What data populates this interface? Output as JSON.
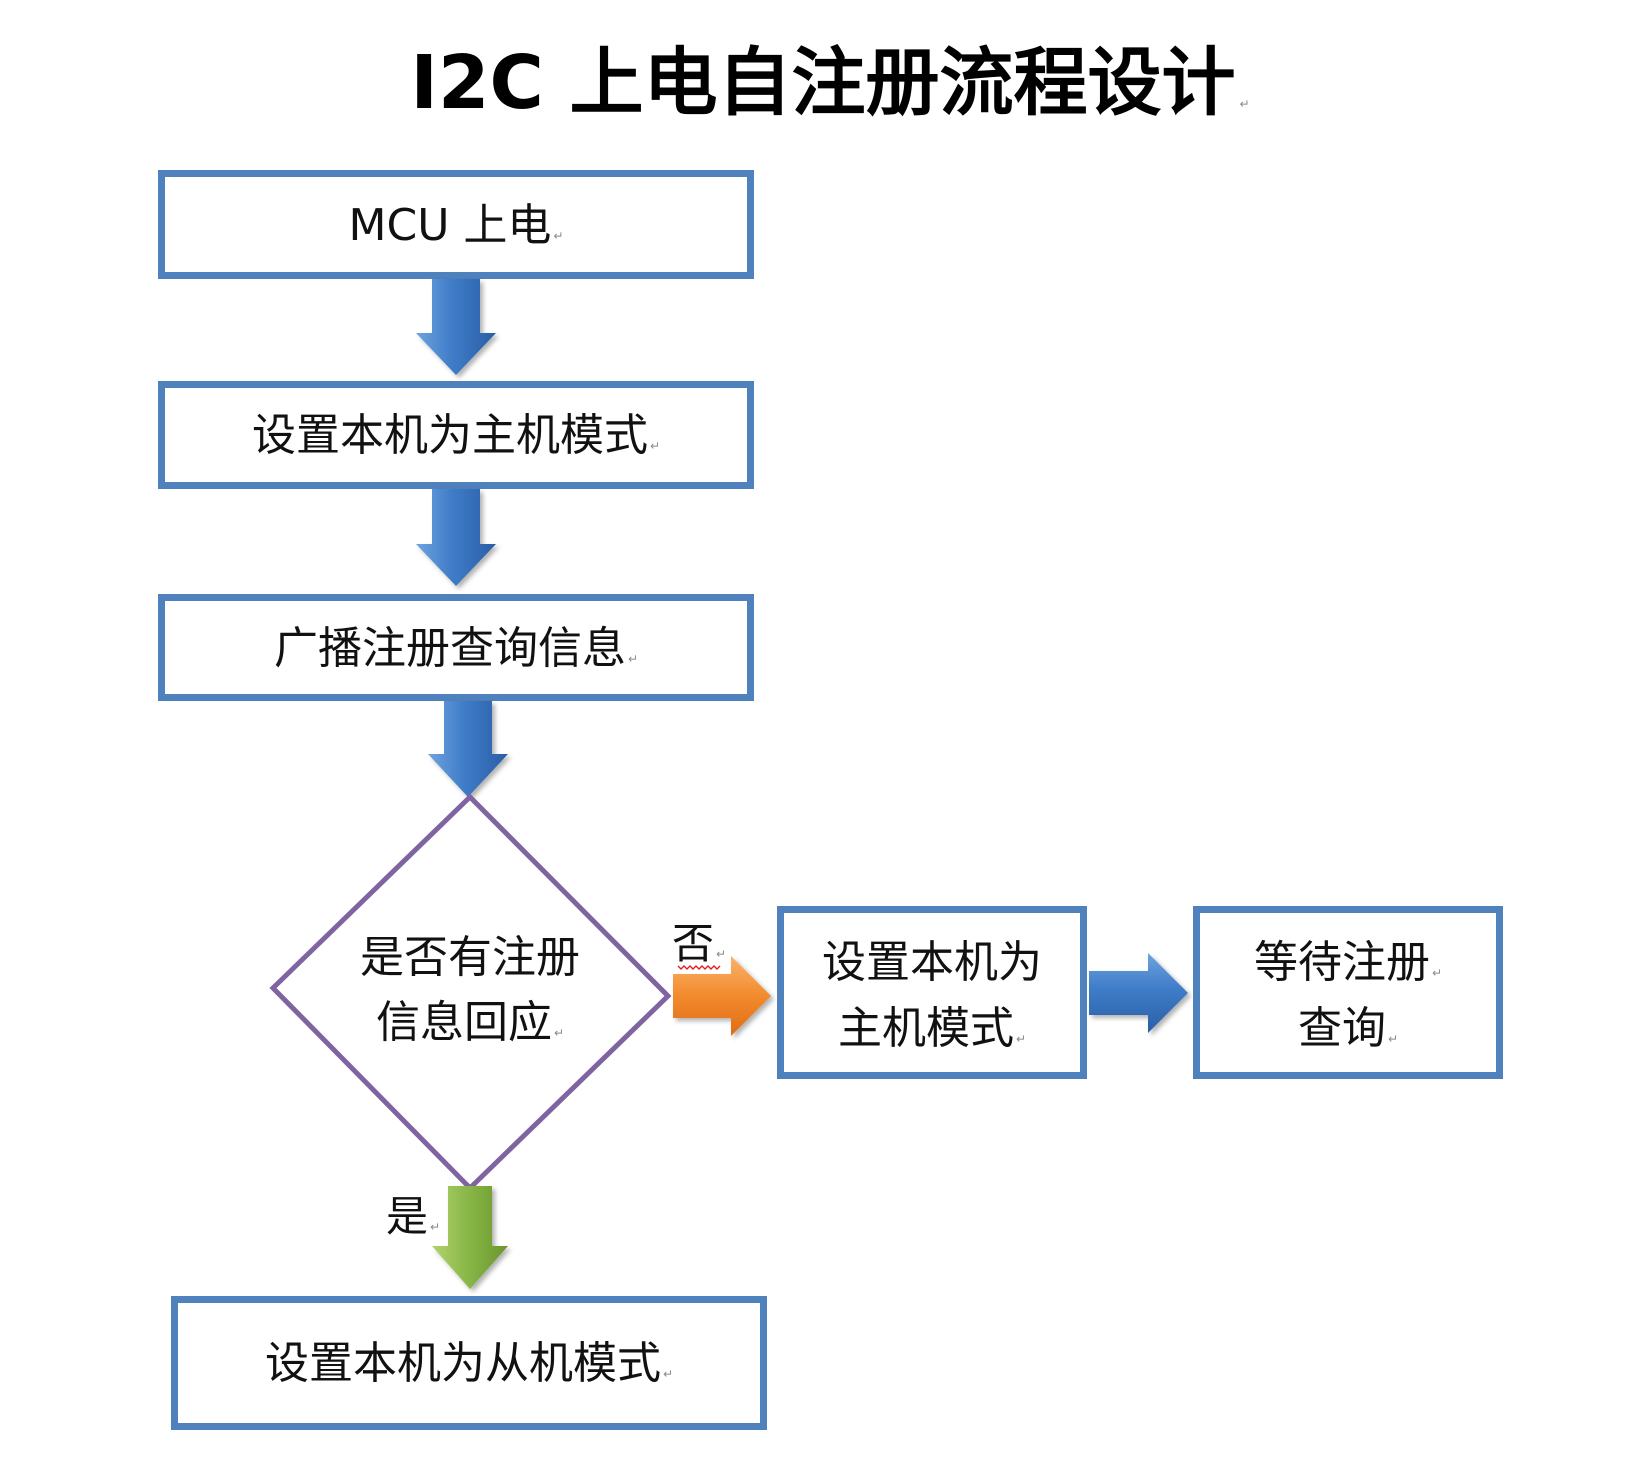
{
  "title": "I2C 上电自注册流程设计",
  "para_mark": "↵",
  "nodes": {
    "power_on": {
      "label": "MCU 上电"
    },
    "set_master": {
      "label": "设置本机为主机模式"
    },
    "broadcast": {
      "label": "广播注册查询信息"
    },
    "decision": {
      "lines": [
        "是否有注册",
        "信息回应"
      ]
    },
    "set_master_no": {
      "lines": [
        "设置本机为",
        "主机模式"
      ]
    },
    "wait": {
      "lines": [
        "等待注册",
        "查询"
      ]
    },
    "set_slave": {
      "label": "设置本机为从机模式"
    }
  },
  "edges": {
    "no_label": "否",
    "yes_label": "是"
  },
  "colors": {
    "box_border": "#4f81bd",
    "decision_border": "#8064a2",
    "arrow_blue": "#3a76c4",
    "arrow_orange": "#f0892c",
    "arrow_green": "#8ab848"
  }
}
